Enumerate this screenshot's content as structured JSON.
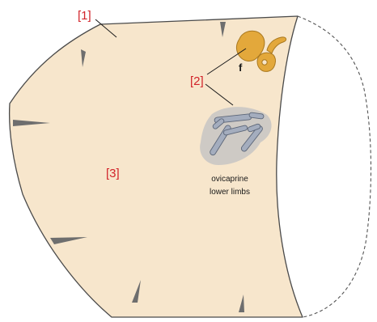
{
  "labels": {
    "marker_1": "[1]",
    "marker_2": "[2]",
    "marker_3": "[3]",
    "feature_f": "f",
    "caption_line1": "ovicaprine",
    "caption_line2": "lower limbs"
  },
  "colors": {
    "floor_fill": "#f7e6cc",
    "outline": "#4a4a4a",
    "wedge": "#6e6e6e",
    "marker_text": "#d2232a",
    "pit_fill": "#e3a83b",
    "pit_outline": "#a9781f",
    "bone_halo": "#c9c7c4",
    "bone_fill": "#a4adbe",
    "bone_outline": "#5c6678",
    "dashed_edge": "#555555"
  }
}
